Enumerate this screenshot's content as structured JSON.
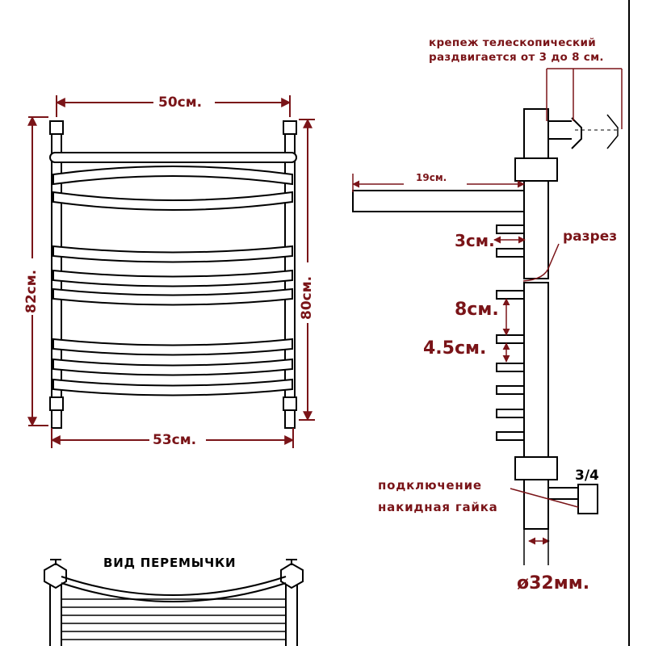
{
  "front": {
    "top_width": "50см.",
    "bottom_width": "53см.",
    "left_height": "82см.",
    "right_height": "80см."
  },
  "side": {
    "mount_note_line1": "крепеж телескопический",
    "mount_note_line2": "раздвигается от 3 до 8 см.",
    "shelf_depth": "19см.",
    "tube_depth": "3см.",
    "cut_label": "разрез",
    "rail_gap": "8см.",
    "rail_step": "4.5см.",
    "thread_size": "3/4",
    "connection_line1": "подключение",
    "connection_line2": "накидная гайка",
    "diameter": "ø32мм."
  },
  "bridge_view": {
    "title": "ВИД ПЕРЕМЫЧКИ"
  },
  "colors": {
    "dimension": "#7a1418",
    "outline": "#000000"
  }
}
